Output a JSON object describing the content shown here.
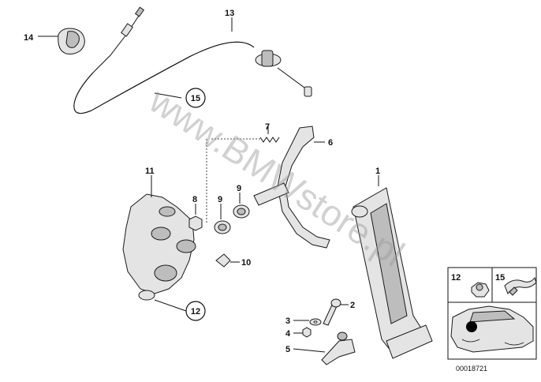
{
  "callouts": {
    "p1": "1",
    "p2": "2",
    "p3": "3",
    "p4": "4",
    "p5": "5",
    "p6": "6",
    "p7": "7",
    "p8": "8",
    "p9a": "9",
    "p9b": "9",
    "p10": "10",
    "p11": "11",
    "p12": "12",
    "p13": "13",
    "p14": "14",
    "p15": "15"
  },
  "inset": {
    "label_12": "12",
    "label_15": "15"
  },
  "watermark": "www.BMWstore.pl",
  "document_number": "00018721"
}
